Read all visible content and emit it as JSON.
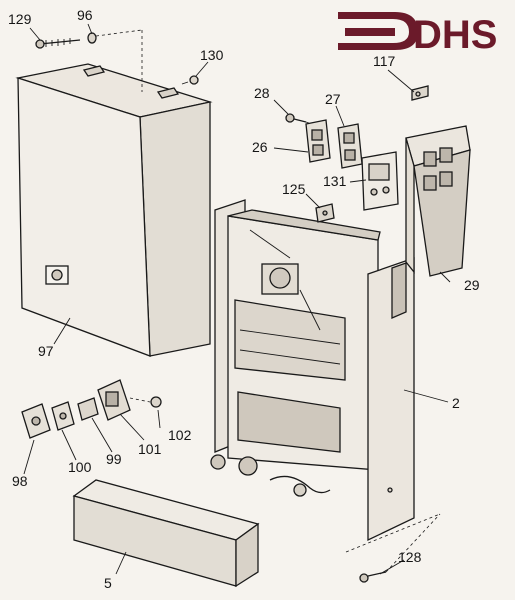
{
  "brand": {
    "text": "DHS",
    "color": "#6b1a2a"
  },
  "colors": {
    "ink": "#1a1a1a",
    "paper": "#f6f3ee",
    "panel": "#e9e4dc",
    "shade": "#cfc8bd"
  },
  "labels": {
    "p129": "129",
    "p96": "96",
    "p130": "130",
    "p117": "117",
    "p28": "28",
    "p27": "27",
    "p26": "26",
    "p131": "131",
    "p125": "125",
    "p29": "29",
    "p97": "97",
    "p2": "2",
    "p102": "102",
    "p101": "101",
    "p99": "99",
    "p100": "100",
    "p98": "98",
    "p128": "128",
    "p5": "5"
  }
}
